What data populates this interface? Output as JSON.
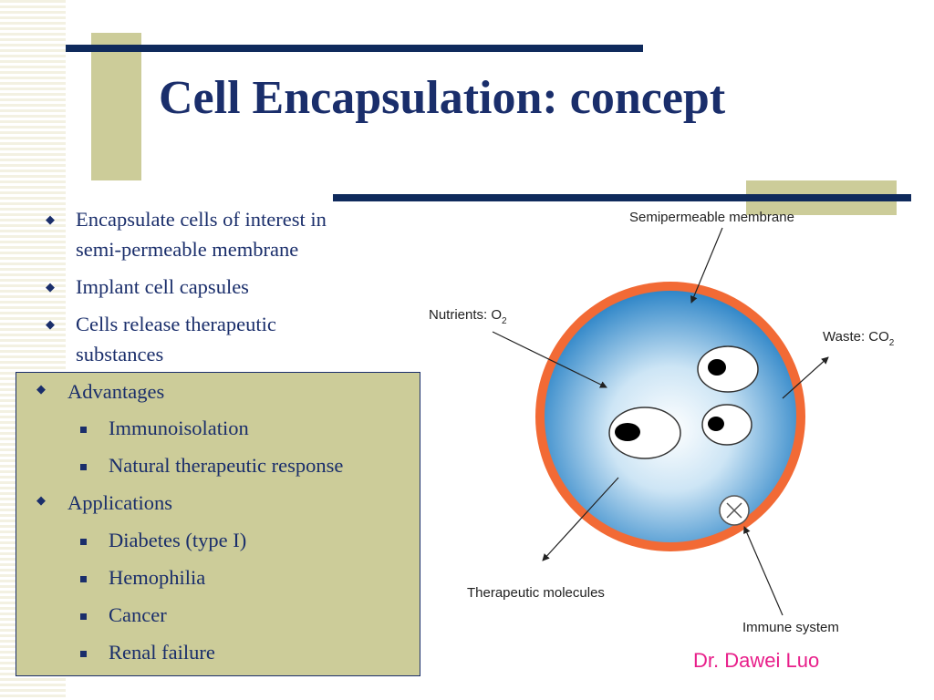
{
  "slide": {
    "title": "Cell Encapsulation: concept",
    "bullets": [
      {
        "lines": [
          "Encapsulate cells of interest in",
          "semi-permeable membrane"
        ]
      },
      {
        "lines": [
          "Implant cell capsules"
        ]
      },
      {
        "lines": [
          "Cells release therapeutic",
          "substances"
        ]
      }
    ],
    "box": {
      "advantages_label": "Advantages",
      "advantages": [
        "Immunoisolation",
        "Natural therapeutic response"
      ],
      "applications_label": "Applications",
      "applications": [
        "Diabetes (type I)",
        "Hemophilia",
        "Cancer",
        "Renal failure"
      ]
    },
    "credit": "Dr. Dawei Luo"
  },
  "diagram": {
    "membrane_label": "Semipermeable membrane",
    "nutrients_label": "Nutrients: O",
    "nutrients_sub": "2",
    "waste_label": "Waste: CO",
    "waste_sub": "2",
    "therapeutic_label": "Therapeutic molecules",
    "immune_label": "Immune system"
  },
  "colors": {
    "navy": "#0f2a5c",
    "title": "#1a2e6b",
    "tan": "#cccc99",
    "membrane": "#f26a35",
    "capsule_inner": "#3b8fce",
    "credit": "#e81f8a"
  }
}
